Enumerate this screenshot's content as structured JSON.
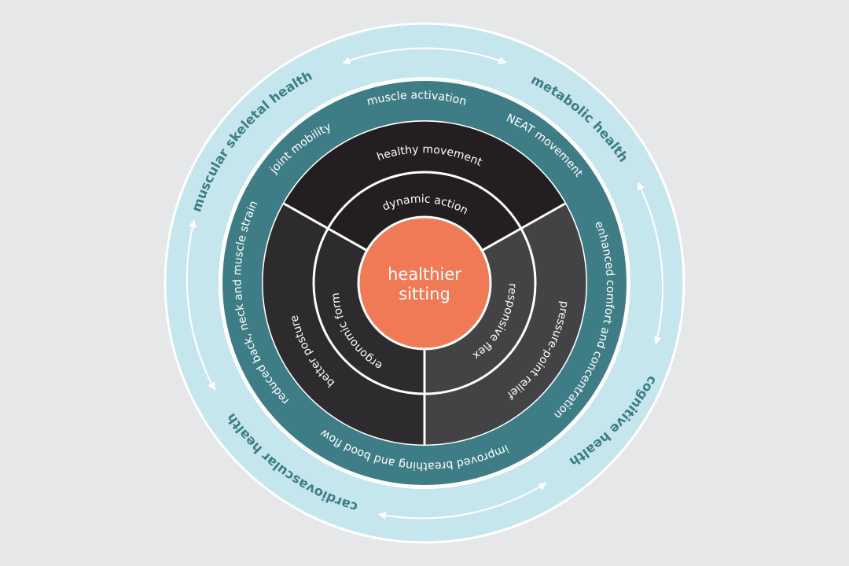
{
  "center": {
    "line1": "healthier",
    "line2": "sitting"
  },
  "inner_ring": [
    {
      "label": "dynamic action"
    },
    {
      "label": "ergonomic form"
    },
    {
      "label": "responsive flex"
    }
  ],
  "middle_ring": [
    {
      "label": "healthy movement"
    },
    {
      "label": "better posture"
    },
    {
      "label": "pressure-point relief"
    }
  ],
  "benefits_ring": [
    {
      "label": "muscle activation"
    },
    {
      "label": "NEAT movement"
    },
    {
      "label": "enhanced comfort and concentration"
    },
    {
      "label": "improved breathing and bood flow"
    },
    {
      "label": "reduced back, neck and muscle strain"
    },
    {
      "label": "joint mobility"
    }
  ],
  "outcomes_ring": [
    {
      "label": "metabolic health"
    },
    {
      "label": "cognitive health"
    },
    {
      "label": "cardiovascular health"
    },
    {
      "label": "muscular skeletal health"
    }
  ],
  "colors": {
    "background": "#e6e7e8",
    "outer_ring": "#c6e6ee",
    "teal_ring": "#3f7d86",
    "dark_segment": "#231f20",
    "mid_segment": "#2e2b2e",
    "light_segment": "#434245",
    "center": "#f07a55",
    "outcome_text": "#3b7e86"
  }
}
